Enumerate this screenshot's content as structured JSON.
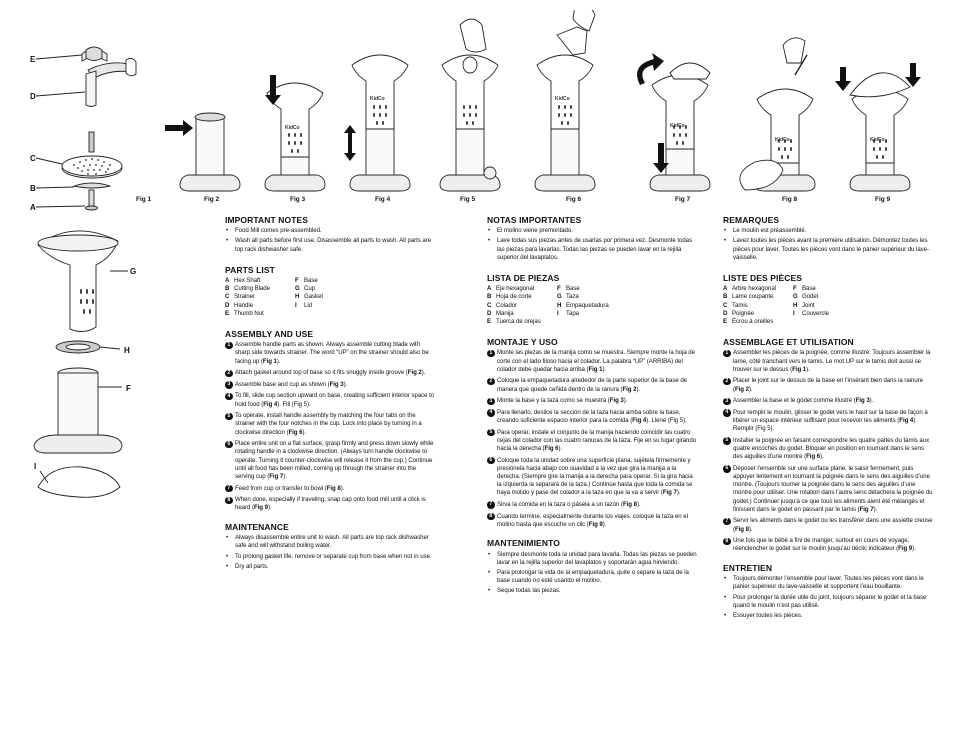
{
  "figures": {
    "labels": [
      "Fig 1",
      "Fig 2",
      "Fig 3",
      "Fig 4",
      "Fig 5",
      "Fig 6",
      "Fig 7",
      "Fig 8",
      "Fig 9"
    ],
    "brand": "KidCo",
    "exploded_letters": [
      "E",
      "D",
      "C",
      "B",
      "A"
    ],
    "left_letters": [
      "G",
      "H",
      "F",
      "I"
    ]
  },
  "en": {
    "important_title": "IMPORTANT NOTES",
    "important": [
      "Food Mill comes pre-assembled.",
      "Wash all parts before first use. Disassemble all parts to wash. All parts are top rack dishwasher safe."
    ],
    "parts_title": "PARTS LIST",
    "parts": [
      {
        "l": "A",
        "t": "Hex Shaft"
      },
      {
        "l": "F",
        "t": "Base"
      },
      {
        "l": "B",
        "t": "Cutting Blade"
      },
      {
        "l": "G",
        "t": "Cup"
      },
      {
        "l": "C",
        "t": "Strainer"
      },
      {
        "l": "H",
        "t": "Gasket"
      },
      {
        "l": "D",
        "t": "Handle"
      },
      {
        "l": "I",
        "t": "Lid"
      },
      {
        "l": "E",
        "t": "Thumb Nut"
      }
    ],
    "assembly_title": "ASSEMBLY AND USE",
    "steps": [
      {
        "n": "1",
        "t": "Assemble handle parts as shown. Always assemble cutting blade with sharp side towards strainer. The word “UP” on the strainer should also be facing up (",
        "f": "Fig 1",
        "e": ")."
      },
      {
        "n": "2",
        "t": "Attach gasket around top of base so it fits snuggly inside groove (",
        "f": "Fig 2",
        "e": ")."
      },
      {
        "n": "3",
        "t": "Assemble base and cup as shown (",
        "f": "Fig 3",
        "e": ")."
      },
      {
        "n": "4",
        "t": "To fill, slide cup section upward on base, creating sufficient interior space to hold food (",
        "f": "Fig 4",
        "e": "). Fill (Fig 5)."
      },
      {
        "n": "5",
        "t": "To operate, install handle assembly by matching the four tabs on the strainer with the four notches in the cup. Lock into place by turning in a clockwise direction (",
        "f": "Fig 6",
        "e": ")."
      },
      {
        "n": "6",
        "t": "Place entire unit on a flat surface, grasp firmly and press down slowly while rotating handle in a clockwise direction. (Always turn handle clockwise to operate. Turning it counter-clockwise will release it from the cup.) Continue until all food has been milled, coming up through the strainer into the serving cup (",
        "f": "Fig 7",
        "e": ")."
      },
      {
        "n": "7",
        "t": "Feed from cup or transfer to bowl (",
        "f": "Fig 8",
        "e": ")."
      },
      {
        "n": "8",
        "t": "When done, especially if traveling, snap cap onto food mill until a click is heard (",
        "f": "Fig 9",
        "e": ")."
      }
    ],
    "maintenance_title": "MAINTENANCE",
    "maintenance": [
      "Always disassemble entire unit to wash. All parts are top rack dishwasher safe and will withstand boiling water.",
      "To prolong gasket life, remove or separate cup from base when not in use.",
      "Dry all parts."
    ]
  },
  "es": {
    "important_title": "NOTAS IMPORTANTES",
    "important": [
      "El molino viene premontado.",
      "Lave todas sus piezas antes de usarlas por primera vez. Desmonte todas las piezas para lavarlas. Todas las piezas se pueden lavar en la rejilla superior del lavaplatos."
    ],
    "parts_title": "LISTA DE PIEZAS",
    "parts": [
      {
        "l": "A",
        "t": "Eje hexagonal"
      },
      {
        "l": "F",
        "t": "Base"
      },
      {
        "l": "B",
        "t": "Hoja de corte"
      },
      {
        "l": "G",
        "t": "Taza"
      },
      {
        "l": "C",
        "t": "Colador"
      },
      {
        "l": "H",
        "t": "Empaquetadura"
      },
      {
        "l": "D",
        "t": "Manija"
      },
      {
        "l": "I",
        "t": "Tapa"
      },
      {
        "l": "E",
        "t": "Tuerca de orejas"
      }
    ],
    "assembly_title": "MONTAJE Y USO",
    "steps": [
      {
        "n": "1",
        "t": "Monte las piezas de la manija como se muestra. Siempre monte la hoja de corte con el lado filoso hacia el colador. La palabra “UP” (ARRIBA) del colador debe quedar hacia arriba (",
        "f": "Fig 1",
        "e": ")."
      },
      {
        "n": "2",
        "t": "Coloque la empaquetadura alrededor de la parte superior de la base de manera que quede ceñida dentro de la ranura (",
        "f": "Fig 2",
        "e": ")."
      },
      {
        "n": "3",
        "t": "Monte la base y la taza como se muestra (",
        "f": "Fig 3",
        "e": ")."
      },
      {
        "n": "4",
        "t": "Para llenarlo, deslice la sección de la taza hacia arriba sobre la base, creando suficiente espacio interior para la comida (",
        "f": "Fig 4",
        "e": "). Llene (Fig 5)."
      },
      {
        "n": "5",
        "t": "Para operar, instale el conjunto de la manija haciendo coincidir las cuatro cejas del colador con las cuatro ranuras de la taza. Fije en su lugar girando hacia la derecha (",
        "f": "Fig 6",
        "e": ")."
      },
      {
        "n": "6",
        "t": "Coloque toda la unidad sobre una superficie plana, sujétela firmemente y presiónela hacia abajo con suavidad a la vez que gira la manija a la derecha. (Siempre gire la manija a la derecha para operar. Si la gira hacia la izquierda la separará de la taza.) Continúe hasta que toda la comida se haya molido y pase del colador a la taza en que la va a servir (",
        "f": "Fig 7",
        "e": ")."
      },
      {
        "n": "7",
        "t": "Sirva la comida en la taza o pásela a un tazón (",
        "f": "Fig 8",
        "e": ")."
      },
      {
        "n": "8",
        "t": "Cuando termine, especialmente durante los viajes, coloque la taza en el molino hasta que escuche un clic (",
        "f": "Fig 9",
        "e": ")."
      }
    ],
    "maintenance_title": "MANTENIMIENTO",
    "maintenance": [
      "Siempre desmonte toda la unidad para lavarla. Todas las piezas se pueden lavar en la rejilla superior del lavaplatos y soportarán agua hirviendo.",
      "Para prolongar la vida de la empaquetadura, quite o separe la taza de la base cuando no esté usando el molino.",
      "Seque todas las piezas."
    ]
  },
  "fr": {
    "important_title": "REMARQUES",
    "important": [
      "Le moulin est préassemblé.",
      "Lavez toutes les pièces avant la première utilisation. Démontez toutes les pièces pour laver. Toutes les pièces vont dans le panier supérieur du lave-vaisselle."
    ],
    "parts_title": "LISTE DES PIÈCES",
    "parts": [
      {
        "l": "A",
        "t": "Arbre hexagonal"
      },
      {
        "l": "F",
        "t": "Base"
      },
      {
        "l": "B",
        "t": "Lame coupante"
      },
      {
        "l": "G",
        "t": "Godet"
      },
      {
        "l": "C",
        "t": "Tamis"
      },
      {
        "l": "H",
        "t": "Joint"
      },
      {
        "l": "D",
        "t": "Poignée"
      },
      {
        "l": "I",
        "t": "Couvercle"
      },
      {
        "l": "E",
        "t": "Écrou à oreilles"
      }
    ],
    "assembly_title": "ASSEMBLAGE ET UTILISATION",
    "steps": [
      {
        "n": "1",
        "t": "Assembler les pièces de la poignée, comme illustré. Toujours assembler la lame, côté tranchant vers le tamis. Le mot UP sur le tamis doit aussi se trouver sur le dessus (",
        "f": "Fig 1",
        "e": ")."
      },
      {
        "n": "2",
        "t": "Placer le joint sur le dessus de la base en l’insérant bien dans la rainure (",
        "f": "Fig 2",
        "e": ")."
      },
      {
        "n": "3",
        "t": "Assembler la base et le godet comme illustré (",
        "f": "Fig 3",
        "e": ")."
      },
      {
        "n": "4",
        "t": "Pour remplir le moulin, glisser le godet vers le haut sur la base de façon à libérer un espace intérieur suffisant pour recevoir les aliments (",
        "f": "Fig 4",
        "e": "). Remplir (Fig 5)."
      },
      {
        "n": "5",
        "t": "Installer la poignée en faisant correspondre les quatre pattes du tamis aux quatre encoches du godet. Bloquer en position en tournant dans le sens des aiguilles d’une montre (",
        "f": "Fig 6",
        "e": ")."
      },
      {
        "n": "6",
        "t": "Déposer l’ensemble sur une surface plane, le saisir fermement, puis appuyer lentement en tournant la poignée dans le sens des aiguilles d’une montre. (Toujours tourner la poignée dans le sens des aiguilles d’une montre pour utiliser. Une rotation dans l’autre sens détachera la poignée du godet.) Continuer jusqu’à ce que tous les aliments aient été mélangés et finissent dans le godet en passant par le tamis (",
        "f": "Fig 7",
        "e": ")."
      },
      {
        "n": "7",
        "t": "Servir les aliments dans le godet ou les transférer dans une assiette creuse (",
        "f": "Fig 8",
        "e": ")."
      },
      {
        "n": "8",
        "t": "Une fois que le bébé a fini de manger, surtout en cours de voyage, réenclencher le godet sur le moulin jusqu’au déclic indicateur (",
        "f": "Fig 9",
        "e": ")."
      }
    ],
    "maintenance_title": "ENTRETIEN",
    "maintenance": [
      "Toujours démonter l’ensemble pour laver. Toutes les pièces vont dans le panier supérieur du lave-vaisselle et supportent l’eau bouillante.",
      "Pour prolonger la durée utile du joint, toujours séparer le godet et la base quand le moulin n’est pas utilisé.",
      "Essuyer toutes les pièces."
    ]
  }
}
